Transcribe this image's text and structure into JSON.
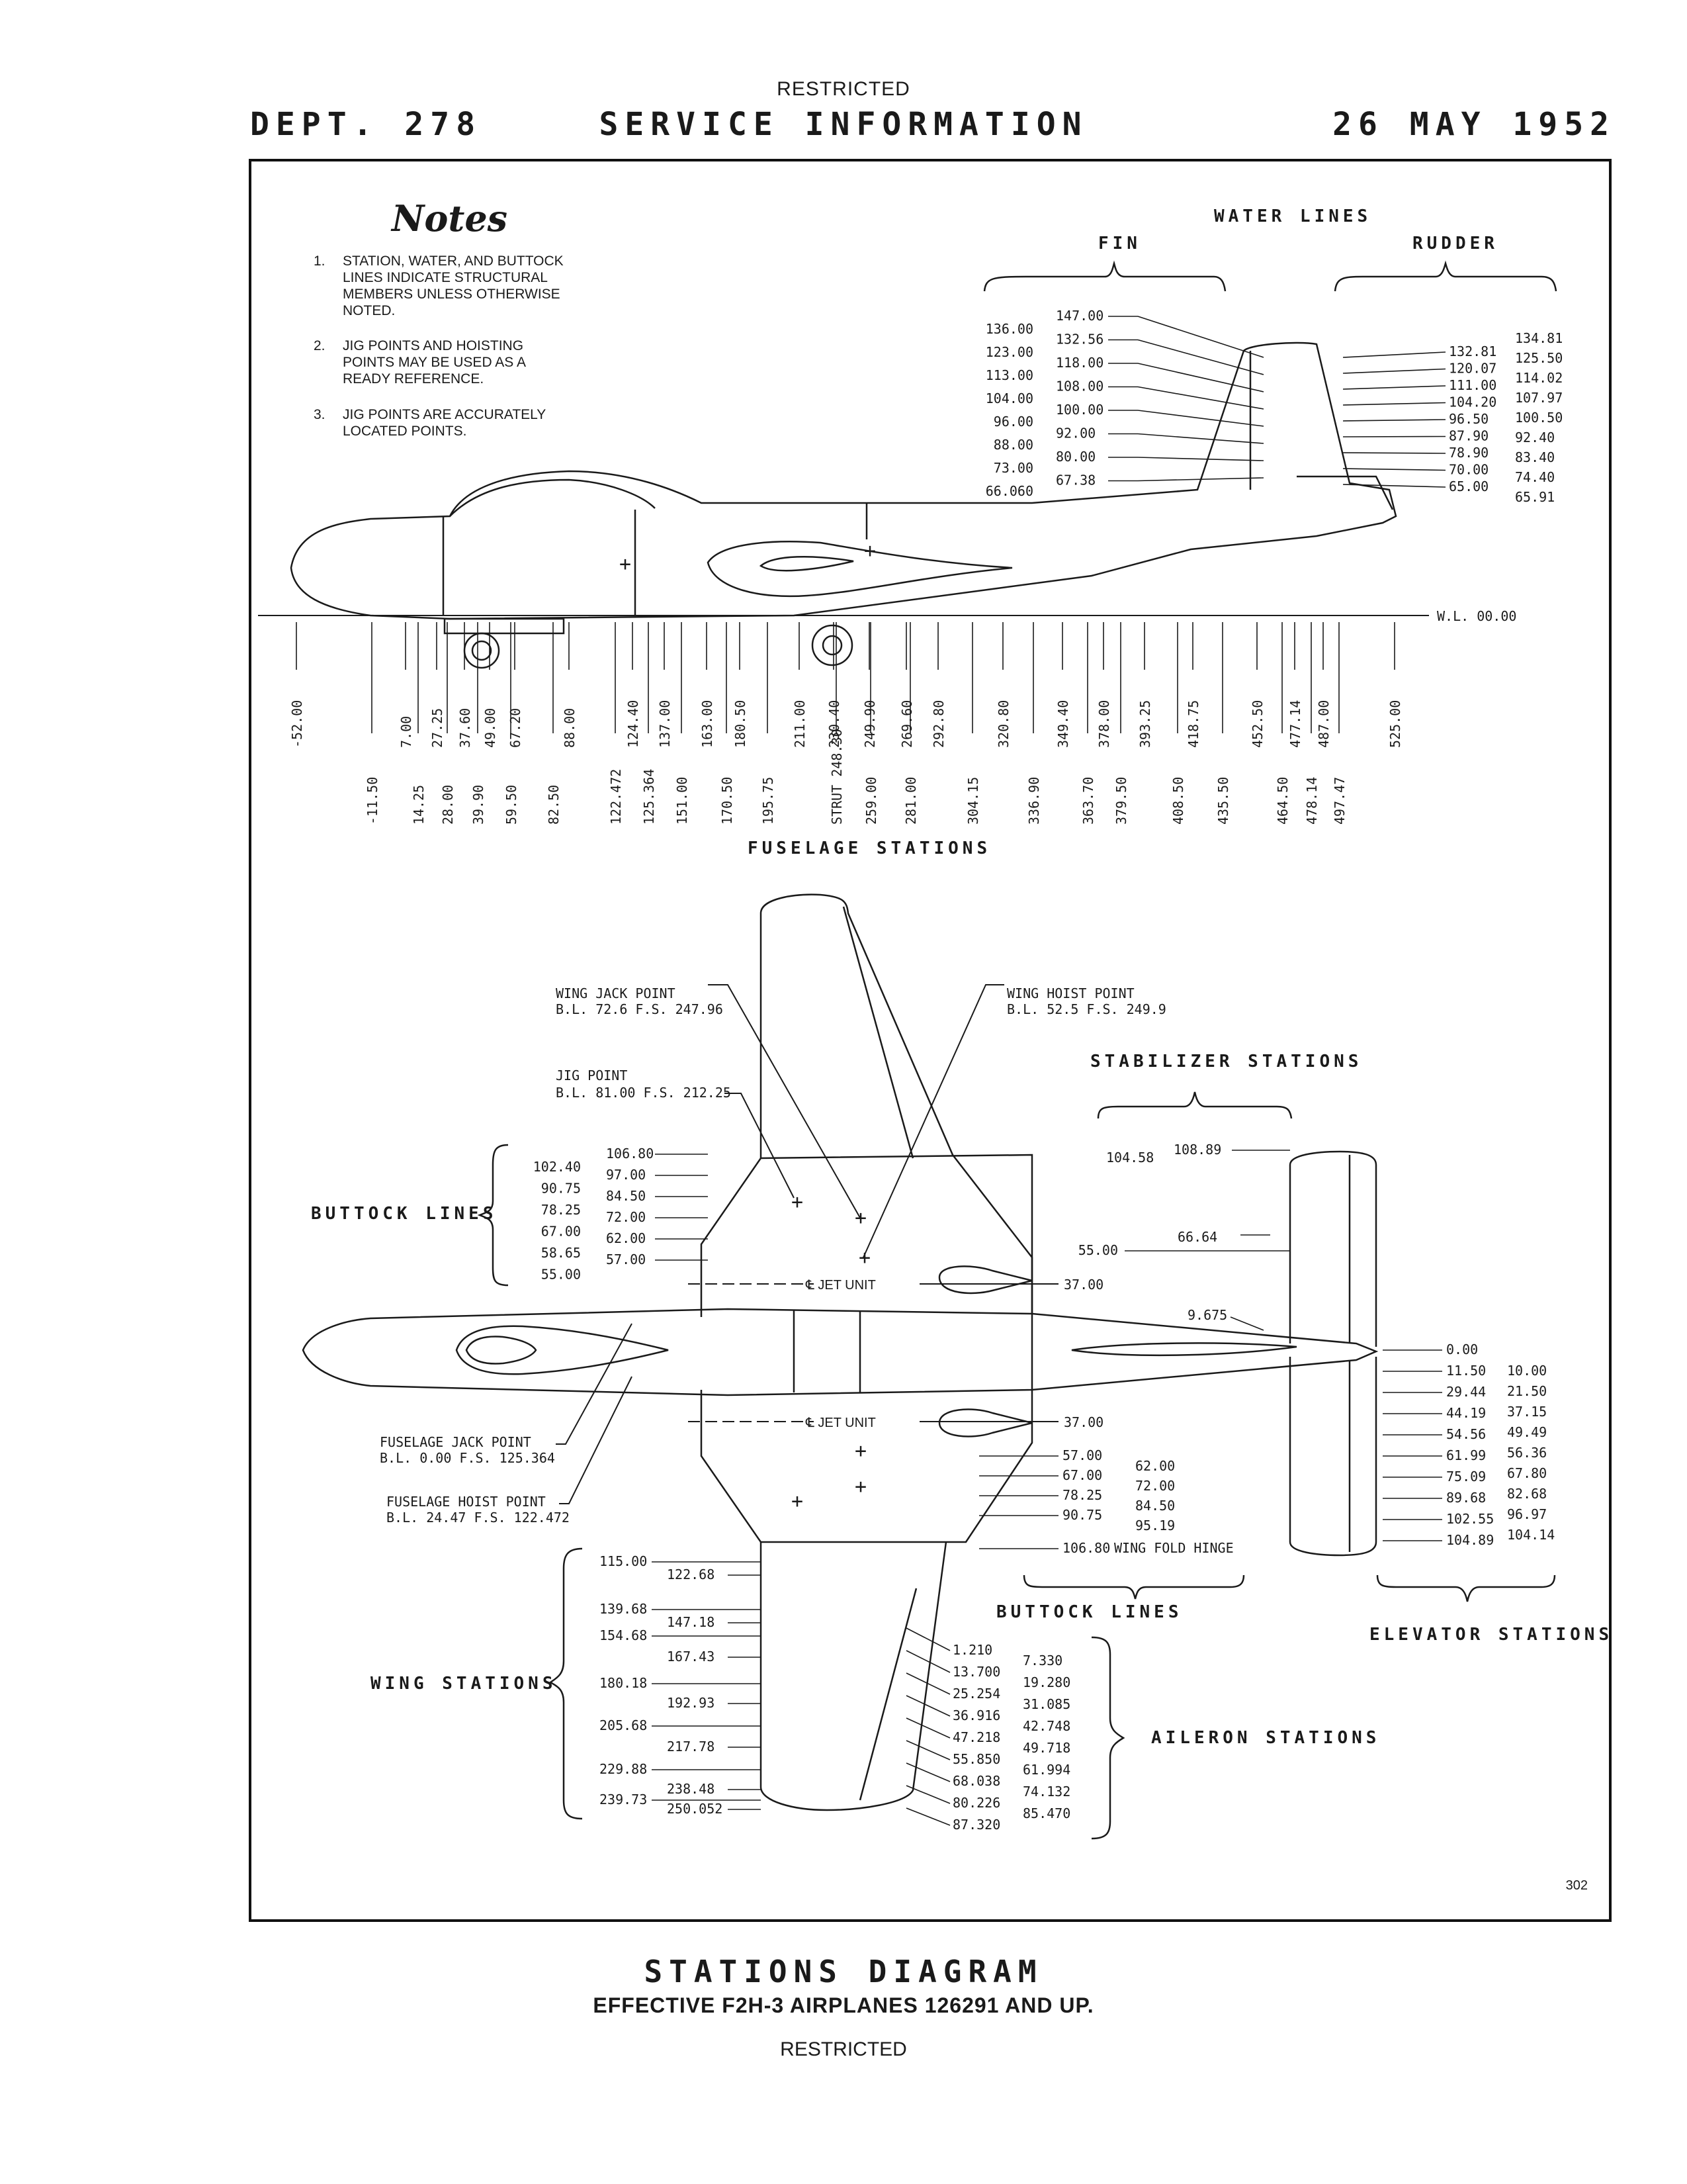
{
  "header": {
    "restricted_top": "RESTRICTED",
    "dept": "DEPT. 278",
    "title": "SERVICE INFORMATION",
    "date": "26 MAY 1952"
  },
  "notes": {
    "title": "Notes",
    "items": [
      {
        "num": "1.",
        "text": "STATION, WATER, AND BUTTOCK LINES INDICATE STRUCTURAL MEMBERS UNLESS OTHERWISE NOTED."
      },
      {
        "num": "2.",
        "text": "JIG POINTS AND HOISTING POINTS MAY BE USED AS A READY REFERENCE."
      },
      {
        "num": "3.",
        "text": "JIG POINTS ARE ACCURATELY LOCATED POINTS."
      }
    ]
  },
  "side_view": {
    "water_lines_heading": "WATER LINES",
    "fin_heading": "FIN",
    "rudder_heading": "RUDDER",
    "wl_zero_label": "W.L. 00.00",
    "fin_left_values": [
      "136.00",
      "123.00",
      "113.00",
      "104.00",
      "96.00",
      "88.00",
      "73.00",
      "66.060"
    ],
    "fin_right_values": [
      "147.00",
      "132.56",
      "118.00",
      "108.00",
      "100.00",
      "92.00",
      "80.00",
      "67.38"
    ],
    "rudder_inner_values": [
      "132.81",
      "120.07",
      "111.00",
      "104.20",
      "96.50",
      "87.90",
      "78.90",
      "70.00",
      "65.00"
    ],
    "rudder_outer_values": [
      "134.81",
      "125.50",
      "114.02",
      "107.97",
      "100.50",
      "92.40",
      "83.40",
      "74.40",
      "65.91"
    ],
    "fuselage_stations_upper": [
      "-52.00",
      "7.00",
      "27.25",
      "37.60",
      "49.00",
      "67.20",
      "88.00",
      "124.40",
      "137.00",
      "163.00",
      "180.50",
      "211.00",
      "230.40",
      "249.90",
      "269.60",
      "292.80",
      "320.80",
      "349.40",
      "378.00",
      "393.25",
      "418.75",
      "452.50",
      "477.14",
      "487.00",
      "525.00"
    ],
    "fuselage_stations_lower": [
      "-11.50",
      "14.25",
      "28.00",
      "39.90",
      "59.50",
      "82.50",
      "122.472",
      "125.364",
      "151.00",
      "170.50",
      "195.75",
      "STRUT 248.30",
      "259.00",
      "281.00",
      "304.15",
      "336.90",
      "363.70",
      "379.50",
      "408.50",
      "435.50",
      "464.50",
      "478.14",
      "497.47"
    ],
    "fuselage_stations_heading": "FUSELAGE STATIONS"
  },
  "plan_view": {
    "wing_jack_point": {
      "title": "WING JACK POINT",
      "detail": "B.L. 72.6 F.S. 247.96"
    },
    "wing_hoist_point": {
      "title": "WING HOIST POINT",
      "detail": "B.L. 52.5 F.S. 249.9"
    },
    "jig_point": {
      "title": "JIG POINT",
      "detail": "B.L. 81.00  F.S. 212.25"
    },
    "fuselage_jack_point": {
      "title": "FUSELAGE JACK POINT",
      "detail": "B.L. 0.00  F.S. 125.364"
    },
    "fuselage_hoist_point": {
      "title": "FUSELAGE HOIST POINT",
      "detail": "B.L. 24.47 F.S. 122.472"
    },
    "buttock_lines_heading": "BUTTOCK LINES",
    "buttock_left_outer": [
      "102.40",
      "90.75",
      "78.25",
      "67.00",
      "58.65",
      "55.00"
    ],
    "buttock_left_inner": [
      "106.80",
      "97.00",
      "84.50",
      "72.00",
      "62.00",
      "57.00"
    ],
    "jet_unit_upper": "℄ JET UNIT",
    "jet_unit_lower": "℄ JET UNIT",
    "jet_unit_value_upper": "37.00",
    "jet_unit_value_lower": "37.00",
    "buttock_right_inner": [
      "57.00",
      "67.00",
      "78.25",
      "90.75",
      "106.80"
    ],
    "buttock_right_outer": [
      "62.00",
      "72.00",
      "84.50",
      "95.19"
    ],
    "wing_fold_hinge": "WING FOLD HINGE",
    "buttock_lines_bottom_heading": "BUTTOCK LINES",
    "stabilizer_heading": "STABILIZER STATIONS",
    "stabilizer_values": [
      "104.58",
      "108.89",
      "66.64",
      "55.00",
      "9.675"
    ],
    "elevator_heading": "ELEVATOR STATIONS",
    "elevator_inner": [
      "0.00",
      "11.50",
      "29.44",
      "44.19",
      "54.56",
      "61.99",
      "75.09",
      "89.68",
      "102.55",
      "104.89"
    ],
    "elevator_outer": [
      "10.00",
      "21.50",
      "37.15",
      "49.49",
      "56.36",
      "67.80",
      "82.68",
      "96.97",
      "104.14"
    ],
    "wing_stations_heading": "WING STATIONS",
    "wing_left": [
      "115.00",
      "139.68",
      "154.68",
      "180.18",
      "205.68",
      "229.88",
      "239.73"
    ],
    "wing_right": [
      "122.68",
      "147.18",
      "167.43",
      "192.93",
      "217.78",
      "238.48",
      "250.052"
    ],
    "aileron_heading": "AILERON STATIONS",
    "aileron_inner": [
      "1.210",
      "13.700",
      "25.254",
      "36.916",
      "47.218",
      "55.850",
      "68.038",
      "80.226",
      "87.320"
    ],
    "aileron_outer": [
      "7.330",
      "19.280",
      "31.085",
      "42.748",
      "49.718",
      "61.994",
      "74.132",
      "85.470"
    ]
  },
  "page_number": "302",
  "caption": {
    "title": "STATIONS DIAGRAM",
    "subtitle": "EFFECTIVE F2H-3 AIRPLANES 126291 AND UP.",
    "restricted": "RESTRICTED"
  }
}
